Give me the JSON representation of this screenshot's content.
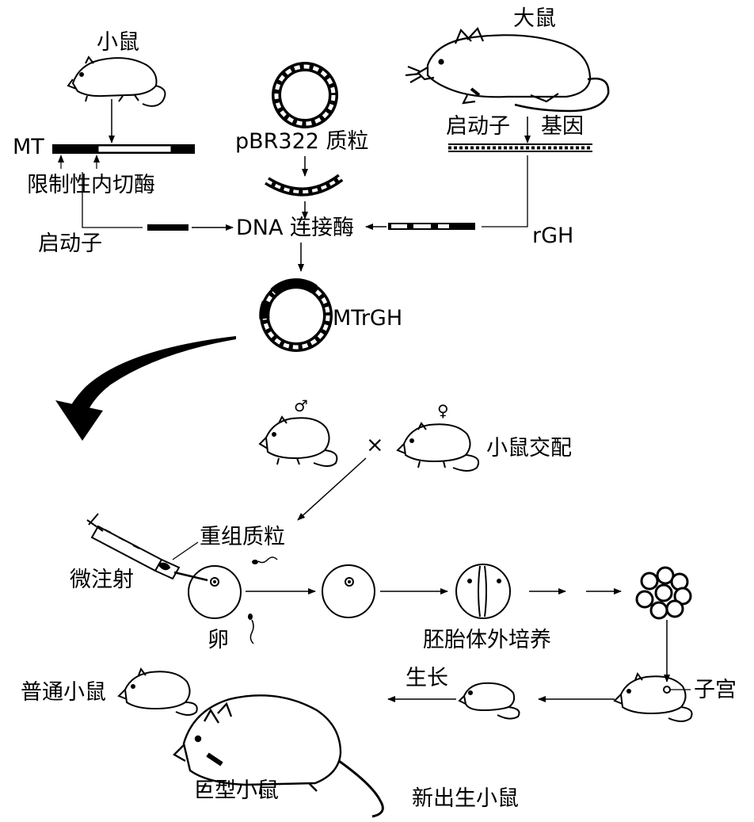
{
  "labels": {
    "mouse_top": "小鼠",
    "rat": "大鼠",
    "mt": "MT",
    "restriction_enzyme": "限制性内切酶",
    "plasmid": "pBR322 质粒",
    "promoter_gene": "启动子",
    "gene": "基因",
    "promoter_left": "启动子",
    "dna_ligase": "DNA 连接酶",
    "rgh": "rGH",
    "mtrgh": "MTrGH",
    "male_symbol": "♂",
    "female_symbol": "♀",
    "cross": "×",
    "mating": "小鼠交配",
    "recombinant": "重组质粒",
    "microinjection": "微注射",
    "egg": "卵",
    "embryo_culture": "胚胎体外培养",
    "normal_mouse": "普通小鼠",
    "uterus": "子宫",
    "growth": "生长",
    "giant_mouse": "巨型小鼠",
    "newborn": "新出生小鼠"
  }
}
